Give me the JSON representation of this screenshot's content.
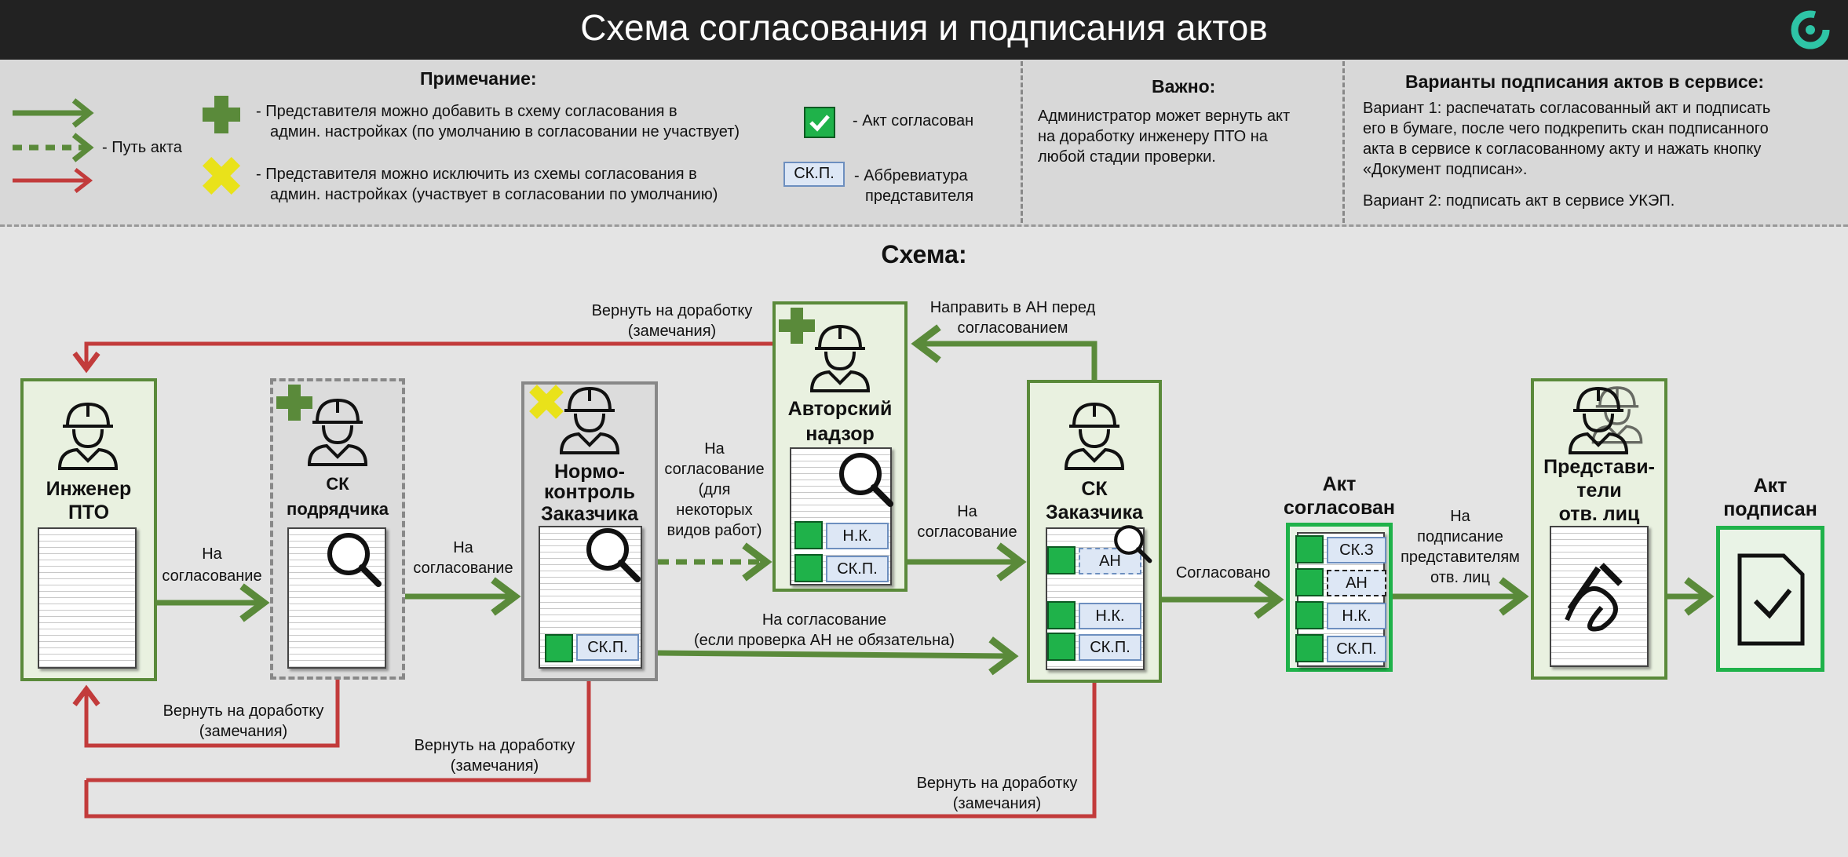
{
  "title": "Схема согласования и подписания актов",
  "legend": {
    "note_title": "Примечание:",
    "path_label": "- Путь акта",
    "plus_text": [
      "- Представителя можно добавить в схему согласования в",
      "админ. настройках (по умолчанию в согласовании не участвует)"
    ],
    "cross_text": [
      "- Представителя можно исключить из схемы согласования в",
      "админ. настройках (участвует в согласовании по умолчанию)"
    ],
    "approved_label": "- Акт согласован",
    "abbr_sample": "СК.П.",
    "abbr_text": [
      "- Аббревиатура",
      "представителя"
    ],
    "important_title": "Важно:",
    "important_text": [
      "Администратор может вернуть акт",
      "на доработку инженеру ПТО на",
      "любой стадии проверки."
    ],
    "variants_title": "Варианты подписания актов в сервисе:",
    "variant1": [
      "Вариант 1: распечатать согласованный акт и подписать",
      "его в бумаге, после чего подкрепить скан подписанного",
      "акта в сервисе к согласованному акту и нажать кнопку",
      "«Документ подписан»."
    ],
    "variant2": "Вариант 2:  подписать акт в сервисе УКЭП."
  },
  "scheme": {
    "title": "Схема:",
    "nodes": {
      "pto": [
        "Инженер",
        "ПТО"
      ],
      "sk_contractor": [
        "СК",
        "подрядчика"
      ],
      "norm": [
        "Нормо-",
        "контроль",
        "Заказчика"
      ],
      "author": [
        "Авторский",
        "надзор"
      ],
      "sk_customer": [
        "СК",
        "Заказчика"
      ],
      "approved": [
        "Акт",
        "согласован"
      ],
      "reps": [
        "Представи-",
        "тели",
        "отв. лиц"
      ],
      "signed": [
        "Акт",
        "подписан"
      ]
    },
    "tags": {
      "norm": [
        "СК.П."
      ],
      "author": [
        "Н.К.",
        "СК.П."
      ],
      "sk_customer": [
        "АН",
        "Н.К.",
        "СК.П."
      ],
      "approved": [
        "СК.З",
        "АН",
        "Н.К.",
        "СК.П."
      ]
    },
    "edges": {
      "e1": [
        "На",
        "согласование"
      ],
      "e2": [
        "На",
        "согласование"
      ],
      "e3": [
        "На",
        "согласование",
        "(для",
        "некоторых",
        "видов работ)"
      ],
      "e4": [
        "На",
        "согласование"
      ],
      "e5": [
        "На согласование",
        "(если проверка АН не обязательна)"
      ],
      "e6": "Согласовано",
      "e7": [
        "На",
        "подписание",
        "представителям",
        "отв. лиц"
      ],
      "to_author": [
        "Направить в АН перед",
        "согласованием"
      ],
      "return_top": [
        "Вернуть на доработку",
        "(замечания)"
      ],
      "return_1": [
        "Вернуть на доработку",
        "(замечания)"
      ],
      "return_2": [
        "Вернуть на доработку",
        "(замечания)"
      ],
      "return_3": [
        "Вернуть на доработку",
        "(замечания)"
      ]
    }
  },
  "colors": {
    "green": "#5a8a3a",
    "red": "#c23b3b",
    "bright_green": "#1fb24a",
    "yellow": "#e9e21a"
  }
}
